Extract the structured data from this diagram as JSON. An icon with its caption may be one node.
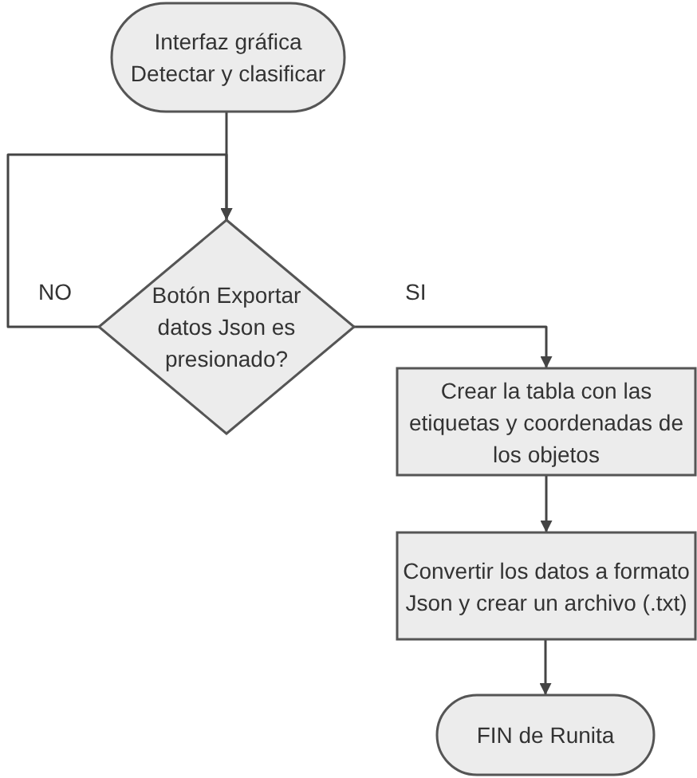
{
  "diagram": {
    "nodes": [
      {
        "text": [
          "Interfaz gráfica Detectar y clasificar"
        ]
      },
      {
        "text": [
          "Botón Exportar datos Json es presionado?"
        ]
      },
      {
        "text": [
          "Crear la tabla con las etiquetas y coordenadas de los objetos"
        ]
      },
      {
        "text": [
          "Convertir los datos a formato Json y crear un archivo (.txt)"
        ]
      },
      {
        "text": [
          "FIN de Runita"
        ]
      }
    ],
    "edges": [
      {
        "from": 0,
        "to": 1,
        "arrow": "to"
      },
      {
        "from": 1,
        "to": 1,
        "label": "NO",
        "arrow": "to"
      },
      {
        "from": 1,
        "to": 2,
        "label": "SI",
        "arrow": "to"
      },
      {
        "from": 2,
        "to": 3,
        "arrow": "to"
      },
      {
        "from": 3,
        "to": 4,
        "arrow": "to"
      }
    ]
  }
}
